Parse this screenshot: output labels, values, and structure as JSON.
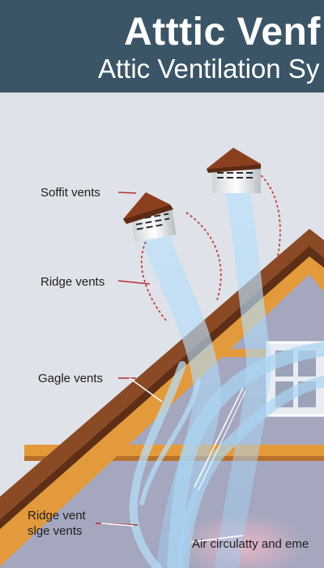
{
  "header": {
    "title": "Atttic Venf",
    "subtitle": "Attic Ventilation Sy"
  },
  "labels": {
    "soffit": "Soffit vents",
    "ridge": "Ridge vents",
    "gable": "Gagle vents",
    "ridge_vent_line1": "Ridge vent",
    "ridge_vent_line2": "slge vents",
    "air": "Air circulatty and eme"
  },
  "icons": {
    "vent_cap": "roof-vent-cap-icon",
    "window": "window-icon"
  },
  "colors": {
    "header_bg": "#3b5566",
    "sky": "#dfe2e8",
    "roof_edge": "#8a4a26",
    "roof_orange": "#e39a3c",
    "wall": "#a3a6bd",
    "airflow": "#a9d4f2",
    "dashed": "#c23b3b"
  }
}
